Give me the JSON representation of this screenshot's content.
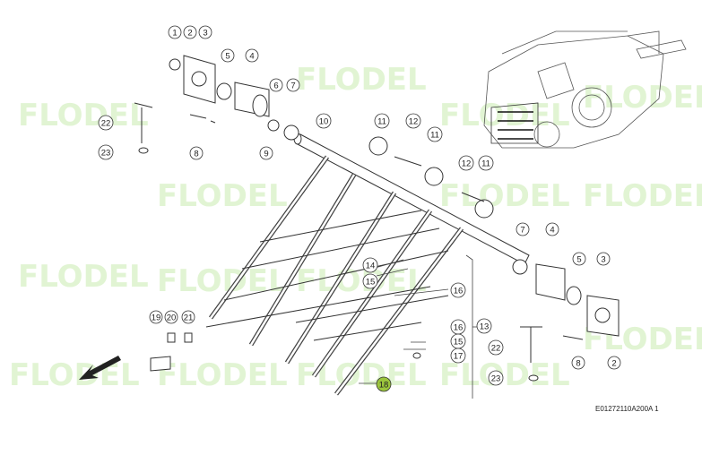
{
  "diagram_code": "E01272110A200A 1",
  "watermark": "FLODEL",
  "callouts": {
    "c1": "1",
    "c2a": "2",
    "c3a": "3",
    "c4a": "4",
    "c5a": "5",
    "c6": "6",
    "c7a": "7",
    "c8a": "8",
    "c9": "9",
    "c10": "10",
    "c11a": "11",
    "c11b": "11",
    "c11c": "11",
    "c12a": "12",
    "c12b": "12",
    "c13": "13",
    "c14": "14",
    "c15a": "15",
    "c15b": "15",
    "c16a": "16",
    "c16b": "16",
    "c17": "17",
    "c18": "18",
    "c19": "19",
    "c20": "20",
    "c21": "21",
    "c22a": "22",
    "c22b": "22",
    "c23a": "23",
    "c23b": "23",
    "c7b": "7",
    "c4b": "4",
    "c5b": "5",
    "c3b": "3",
    "c8b": "8",
    "c2b": "2"
  },
  "highlight_color": "#9bc53d",
  "watermark_color": "#c9ecb0"
}
